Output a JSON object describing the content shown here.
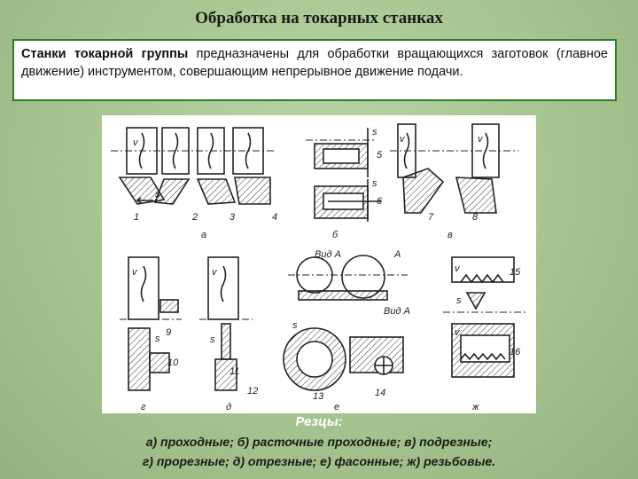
{
  "slide": {
    "title": "Обработка на токарных станках",
    "intro_bold": "Станки токарной группы",
    "intro_rest": " предназначены для обработки вращающихся заготовок (главное движение) инструментом, совершающим непрерывное движение подачи."
  },
  "figure": {
    "numbers": [
      "1",
      "2",
      "3",
      "4",
      "5",
      "6",
      "7",
      "8",
      "9",
      "10",
      "11",
      "12",
      "13",
      "14",
      "15",
      "16"
    ],
    "group_letters": [
      "а",
      "б",
      "в",
      "г",
      "д",
      "е",
      "ж"
    ],
    "view_labels": [
      "Вид А",
      "Вид А"
    ],
    "arrow_labels": {
      "v": "v",
      "s": "s",
      "a": "A"
    }
  },
  "caption": {
    "title": "Резцы:",
    "line1": "а) проходные; б) расточные проходные; в) подрезные;",
    "line2": "г) прорезные; д) отрезные; е) фасонные; ж) резьбовые."
  }
}
